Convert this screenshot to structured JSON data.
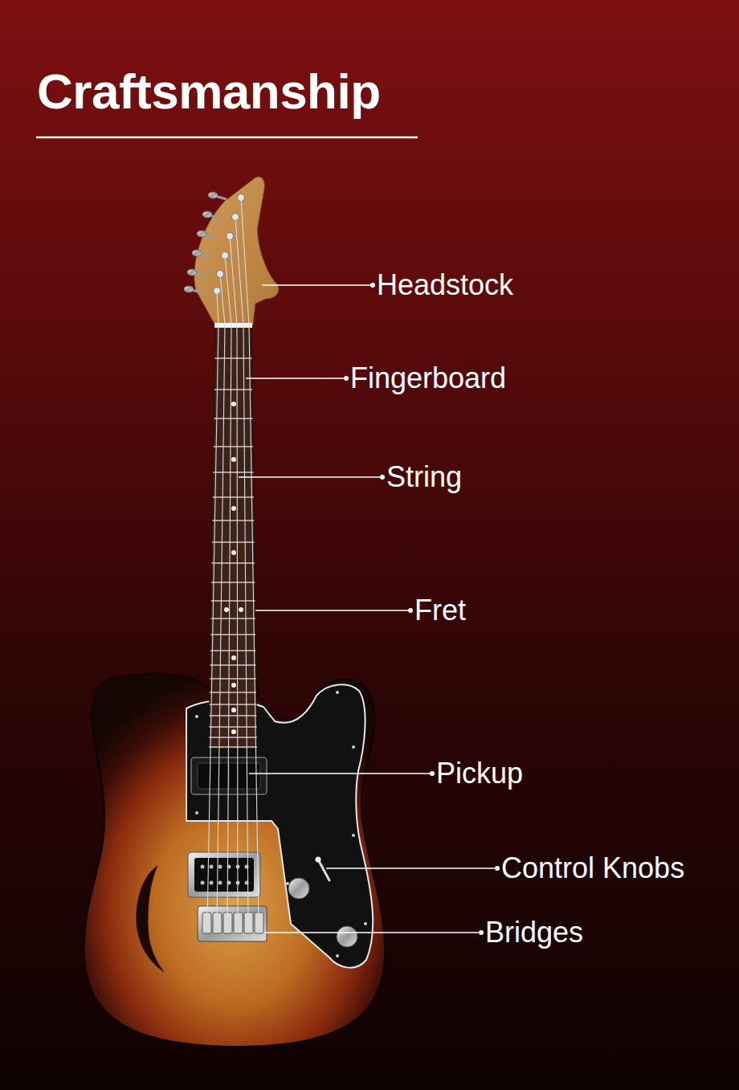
{
  "diagram": {
    "title": "Craftsmanship",
    "labels": [
      "Headstock",
      "Fingerboard",
      "String",
      "Fret",
      "Pickup",
      "Control Knobs",
      "Bridges"
    ]
  }
}
